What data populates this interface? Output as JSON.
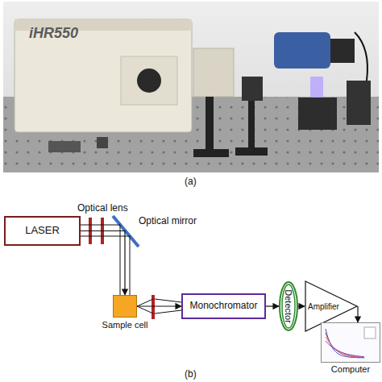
{
  "diagram": {
    "nodes": [
      {
        "text": [
          "LASER"
        ]
      },
      {
        "text": [
          "Sample cell"
        ]
      },
      {
        "text": [
          "Monochromator"
        ]
      },
      {
        "text": [
          "Detector"
        ]
      },
      {
        "text": [
          "Amplifier"
        ]
      },
      {
        "text": [
          "Computer"
        ]
      }
    ],
    "edges": [
      {
        "from": 0,
        "to": 1,
        "arrow": "to"
      },
      {
        "from": 1,
        "to": 2,
        "arrow": "to"
      },
      {
        "from": 2,
        "to": 3,
        "arrow": "to"
      },
      {
        "from": 3,
        "to": 4,
        "arrow": "to"
      },
      {
        "from": 4,
        "to": 5,
        "arrow": "to"
      }
    ],
    "labels": [
      "iHR550",
      "(a)",
      "Optical lens",
      "Optical mirror",
      "(b)"
    ]
  }
}
